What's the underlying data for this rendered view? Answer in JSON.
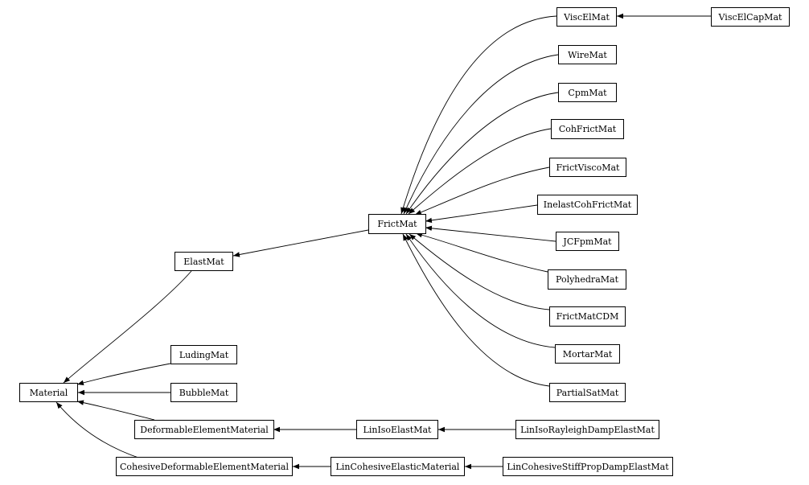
{
  "nodes": {
    "Material": "Material",
    "ElastMat": "ElastMat",
    "LudingMat": "LudingMat",
    "BubbleMat": "BubbleMat",
    "DeformableElementMaterial": "DeformableElementMaterial",
    "CohesiveDeformableElementMaterial": "CohesiveDeformableElementMaterial",
    "FrictMat": "FrictMat",
    "LinIsoElastMat": "LinIsoElastMat",
    "LinIsoRayleighDampElastMat": "LinIsoRayleighDampElastMat",
    "LinCohesiveElasticMaterial": "LinCohesiveElasticMaterial",
    "LinCohesiveStiffPropDampElastMat": "LinCohesiveStiffPropDampElastMat",
    "ViscElMat": "ViscElMat",
    "ViscElCapMat": "ViscElCapMat",
    "WireMat": "WireMat",
    "CpmMat": "CpmMat",
    "CohFrictMat": "CohFrictMat",
    "FrictViscoMat": "FrictViscoMat",
    "InelastCohFrictMat": "InelastCohFrictMat",
    "JCFpmMat": "JCFpmMat",
    "PolyhedraMat": "PolyhedraMat",
    "FrictMatCDM": "FrictMatCDM",
    "MortarMat": "MortarMat",
    "PartialSatMat": "PartialSatMat"
  },
  "edges": [
    {
      "from": "ElastMat",
      "to": "Material"
    },
    {
      "from": "LudingMat",
      "to": "Material"
    },
    {
      "from": "BubbleMat",
      "to": "Material"
    },
    {
      "from": "DeformableElementMaterial",
      "to": "Material"
    },
    {
      "from": "CohesiveDeformableElementMaterial",
      "to": "Material"
    },
    {
      "from": "FrictMat",
      "to": "ElastMat"
    },
    {
      "from": "LinIsoElastMat",
      "to": "DeformableElementMaterial"
    },
    {
      "from": "LinIsoRayleighDampElastMat",
      "to": "LinIsoElastMat"
    },
    {
      "from": "LinCohesiveElasticMaterial",
      "to": "CohesiveDeformableElementMaterial"
    },
    {
      "from": "LinCohesiveStiffPropDampElastMat",
      "to": "LinCohesiveElasticMaterial"
    },
    {
      "from": "ViscElMat",
      "to": "FrictMat"
    },
    {
      "from": "ViscElCapMat",
      "to": "ViscElMat"
    },
    {
      "from": "WireMat",
      "to": "FrictMat"
    },
    {
      "from": "CpmMat",
      "to": "FrictMat"
    },
    {
      "from": "CohFrictMat",
      "to": "FrictMat"
    },
    {
      "from": "FrictViscoMat",
      "to": "FrictMat"
    },
    {
      "from": "InelastCohFrictMat",
      "to": "FrictMat"
    },
    {
      "from": "JCFpmMat",
      "to": "FrictMat"
    },
    {
      "from": "PolyhedraMat",
      "to": "FrictMat"
    },
    {
      "from": "FrictMatCDM",
      "to": "FrictMat"
    },
    {
      "from": "MortarMat",
      "to": "FrictMat"
    },
    {
      "from": "PartialSatMat",
      "to": "FrictMat"
    }
  ]
}
